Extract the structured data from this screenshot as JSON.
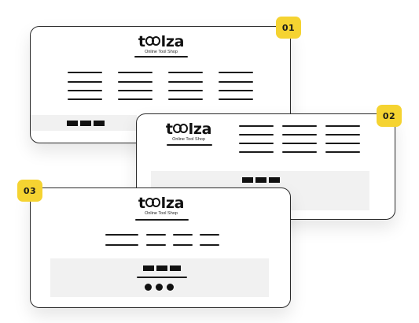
{
  "brand": {
    "name_start": "t",
    "name_end": "lza",
    "tagline": "Online Tool Shop"
  },
  "steps": [
    {
      "number": "01",
      "layout": "centered logo, four-column menu, footer bar"
    },
    {
      "number": "02",
      "layout": "logo left, three-column menu, footer bar"
    },
    {
      "number": "03",
      "layout": "centered logo, single-row menu, footer with buttons and dots"
    }
  ],
  "colors": {
    "accent": "#f5d331",
    "ink": "#1a1a1a",
    "panel": "#f1f1f1"
  },
  "icons": {
    "logo_oo": "double-ring-icon"
  }
}
